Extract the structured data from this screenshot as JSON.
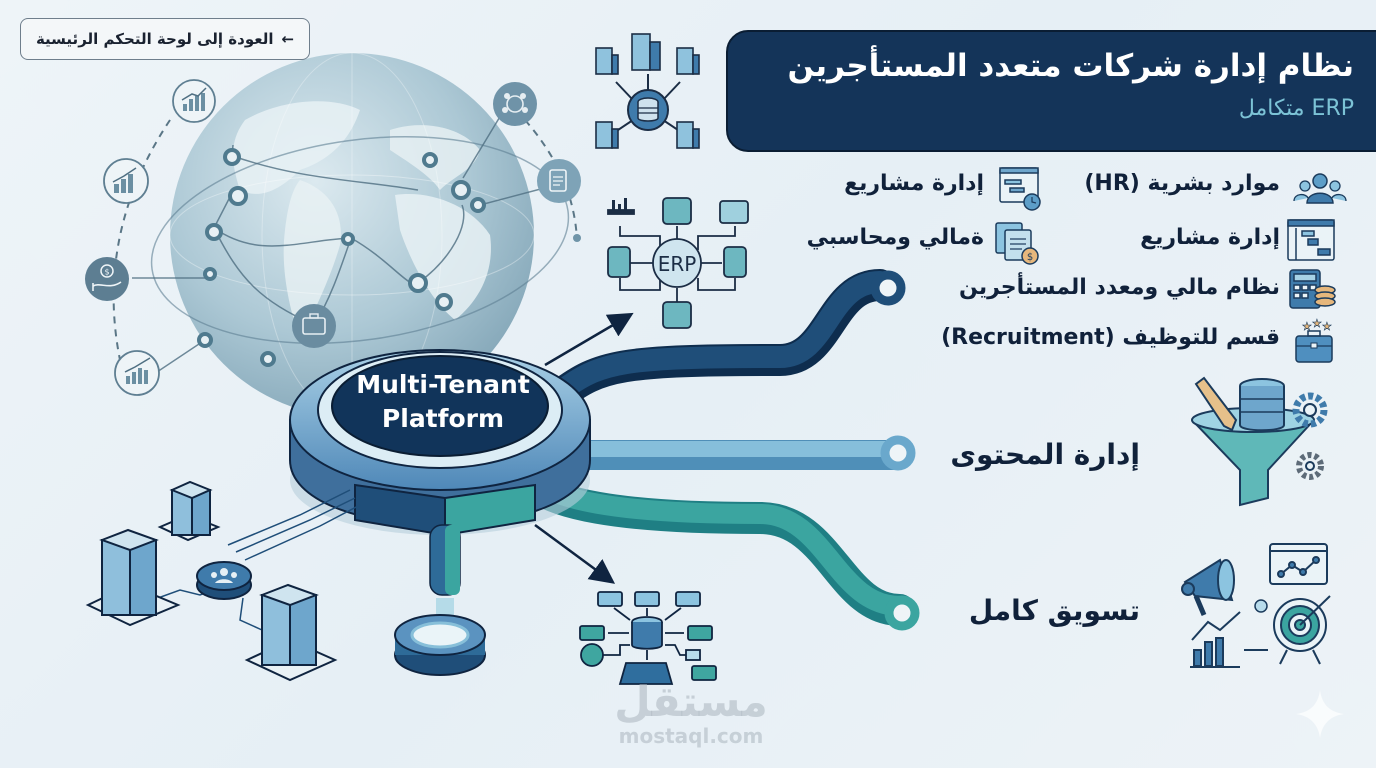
{
  "back_button": {
    "label": "العودة إلى لوحة التحكم الرئيسية",
    "arrow": "←"
  },
  "header": {
    "title": "نظام إدارة شركات متعدد المستأجرين",
    "subtitle": "ERP متكامل"
  },
  "hub": {
    "line1": "Multi-Tenant",
    "line2": "Platform"
  },
  "erp_diagram": {
    "label": "ERP"
  },
  "features": {
    "right_column": [
      {
        "label": "موارد بشرية (HR)",
        "icon": "users-icon"
      },
      {
        "label": "إدارة مشاريع",
        "icon": "gantt-chart-icon"
      },
      {
        "label": "نظام مالي ومعدد المستأجرين",
        "icon": "calculator-coins-icon"
      },
      {
        "label": "قسم للتوظيف (Recruitment)",
        "icon": "briefcase-stars-icon"
      }
    ],
    "left_column": [
      {
        "label": "إدارة مشاريع",
        "icon": "window-clock-icon"
      },
      {
        "label": "ةمالي ومحاسبي",
        "icon": "documents-coin-icon"
      }
    ]
  },
  "sections": {
    "content_management": {
      "label": "إدارة المحتوى",
      "icon": "funnel-database-icon"
    },
    "marketing": {
      "label": "تسويق كامل",
      "icon": "marketing-target-icon"
    }
  },
  "globe_nodes": [
    {
      "icon": "growth-chart-icon"
    },
    {
      "icon": "growth-chart-icon"
    },
    {
      "icon": "money-hand-icon"
    },
    {
      "icon": "growth-chart-icon"
    },
    {
      "icon": "network-people-icon"
    },
    {
      "icon": "clipboard-icon"
    },
    {
      "icon": "briefcase-icon"
    }
  ],
  "watermark": {
    "arabic": "مستقل",
    "latin": "mostaql.com"
  },
  "colors": {
    "navy": "#143459",
    "dark_blue": "#1f4e79",
    "mid_blue": "#3f7bab",
    "light_blue": "#7fb8d6",
    "teal": "#3ba5a0",
    "background": "#eaf2f6",
    "subtitle": "#7cc3d6"
  }
}
